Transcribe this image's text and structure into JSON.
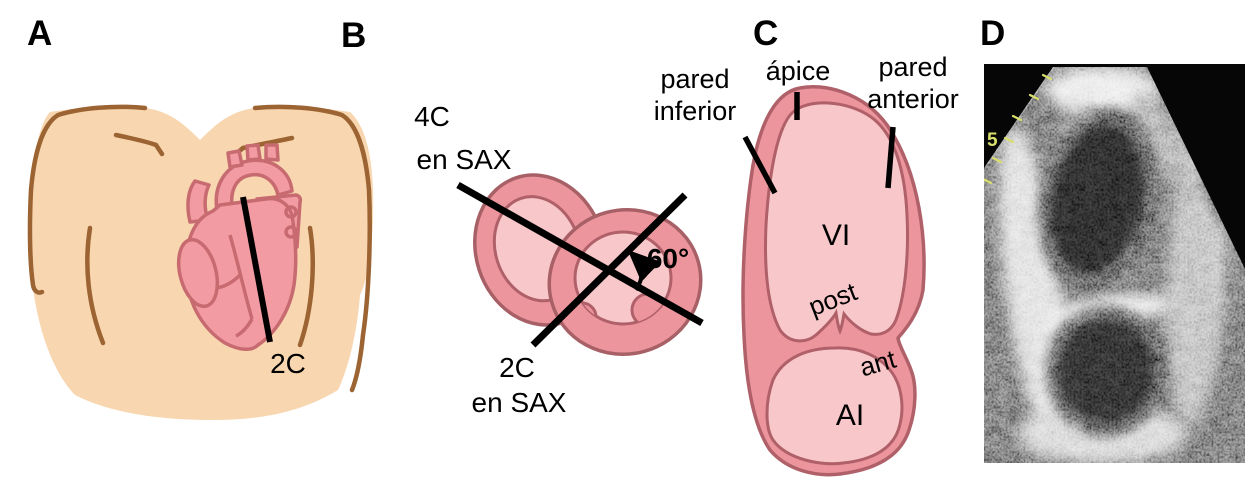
{
  "panel_a": {
    "letter": "A",
    "scan_line_label": "2C"
  },
  "panel_b": {
    "letter": "B",
    "plane_4c_label": "4C",
    "plane_4c_sublabel": "en SAX",
    "plane_2c_label": "2C",
    "plane_2c_sublabel": "en SAX",
    "rotation_angle": "60°"
  },
  "panel_c": {
    "letter": "C",
    "inferior_wall_label": "pared\ninferior",
    "apex_label": "ápice",
    "anterior_wall_label": "pared\nanterior",
    "left_ventricle_label": "VI",
    "posterior_leaflet_label": "post",
    "anterior_leaflet_label": "ant",
    "left_atrium_label": "AI"
  },
  "panel_d": {
    "letter": "D",
    "depth_marker": "5"
  },
  "colors": {
    "background": "#ffffff",
    "annotation_black": "#000000",
    "skin_fill": "#f8d6b0",
    "skin_outline": "#9c6432",
    "heart_fill": "#f39ba3",
    "heart_outline": "#c76b71",
    "myocardium_fill": "#ed959d",
    "myocardium_outline": "#af6068",
    "chamber_fill": "#f8c7ca",
    "ultrasound_marker_yellow": "#d9df6b"
  }
}
